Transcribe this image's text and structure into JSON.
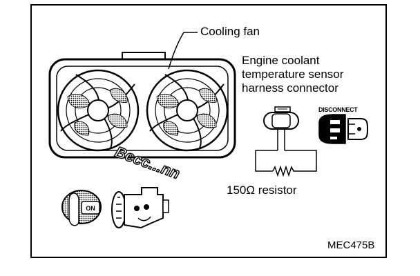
{
  "labels": {
    "cooling_fan": "Cooling fan",
    "sensor_line1": "Engine coolant",
    "sensor_line2": "temperature sensor",
    "sensor_line3": "harness connector",
    "resistor": "150Ω resistor",
    "disconnect": "DISCONNECT",
    "fan_sound": "Bccc...nn",
    "ignition_key": "ON",
    "figure_code": "MEC475B"
  },
  "icons": [
    "cooling-fan-assembly",
    "key-on-icon",
    "connector-icon",
    "disconnect-connector-icon",
    "resistor-symbol"
  ],
  "colors": {
    "ink": "#000000",
    "background": "#ffffff"
  }
}
